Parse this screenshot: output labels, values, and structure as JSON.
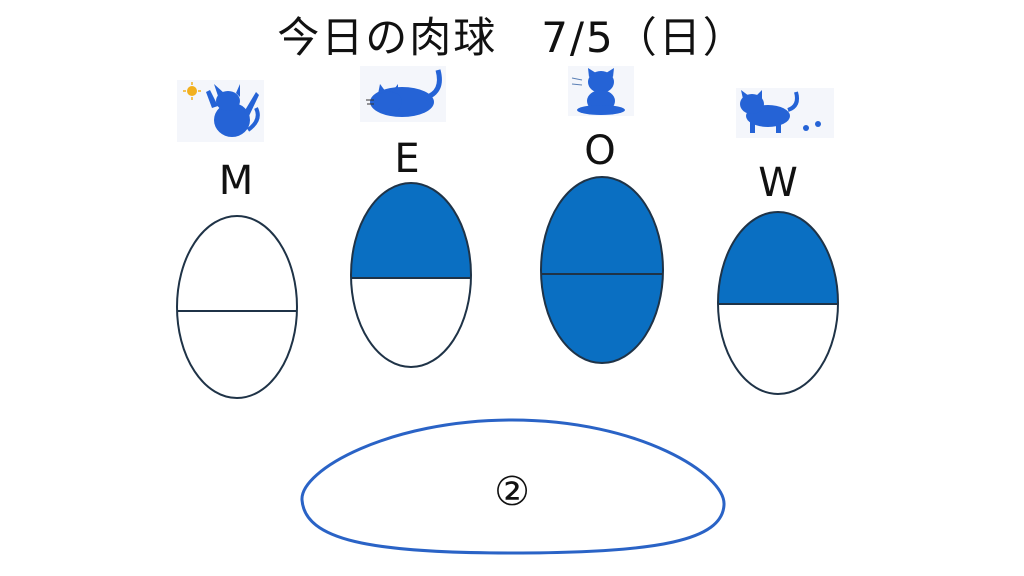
{
  "title": "今日の肉球　7/5（日）",
  "letters": [
    "M",
    "E",
    "O",
    "W"
  ],
  "icons": [
    "cat-stretching-sun-icon",
    "cat-sleeping-icon",
    "cat-meditating-icon",
    "cat-walking-pawprints-icon"
  ],
  "pads": [
    {
      "letter": "M",
      "fill_level": 0.0
    },
    {
      "letter": "E",
      "fill_level": 0.5
    },
    {
      "letter": "O",
      "fill_level": 1.0
    },
    {
      "letter": "W",
      "fill_level": 0.5
    }
  ],
  "big_pad_label": "②",
  "colors": {
    "fill": "#0a6fc2",
    "outline": "#1f3347",
    "big_outline": "#2a63c6",
    "cat": "#2563d6"
  }
}
